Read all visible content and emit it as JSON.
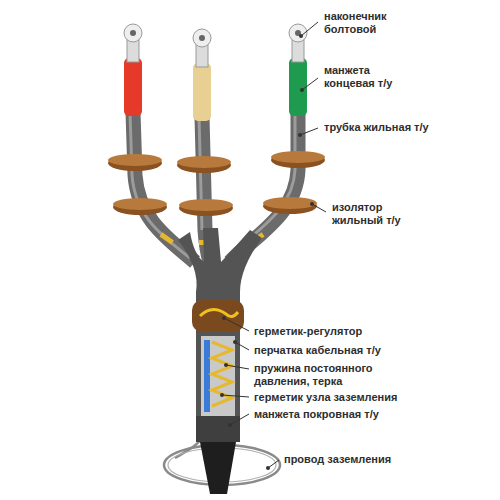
{
  "diagram": {
    "labels": [
      "наконечник болтовой",
      "манжета концевая т/у",
      "трубка жильная т/у",
      "изолятор жильный т/у",
      "герметик-регулятор",
      "перчатка кабельная т/у",
      "пружина постоянного давления, терка",
      "герметик узла заземления",
      "манжета покровная т/у",
      "провод заземления"
    ]
  }
}
